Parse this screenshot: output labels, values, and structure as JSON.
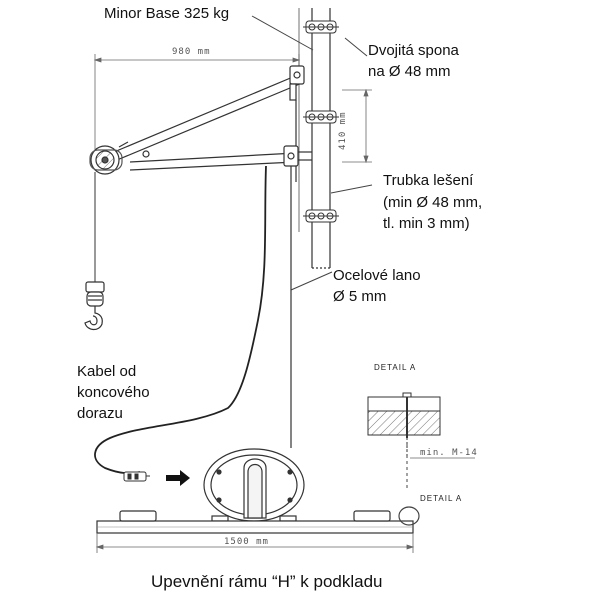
{
  "labels": {
    "title": "Minor Base 325 kg",
    "clamp_line1": "Dvojitá spona",
    "clamp_line2": "na Ø 48 mm",
    "tube_line1": "Trubka lešení",
    "tube_line2": "(min Ø 48 mm,",
    "tube_line3": "tl. min 3 mm)",
    "rope_line1": "Ocelové lano",
    "rope_line2": "Ø 5 mm",
    "cable_line1": "Kabel od",
    "cable_line2": "koncového",
    "cable_line3": "dorazu",
    "bottom": "Upevnění rámu “H” k podkladu"
  },
  "dimensions": {
    "arm_width": "980 mm",
    "clamp_spacing": "410 mm",
    "frame_width": "1500 mm",
    "bolt": "min. M-14"
  },
  "details": {
    "detail_top": "DETAIL A",
    "detail_bottom": "DETAIL A"
  }
}
